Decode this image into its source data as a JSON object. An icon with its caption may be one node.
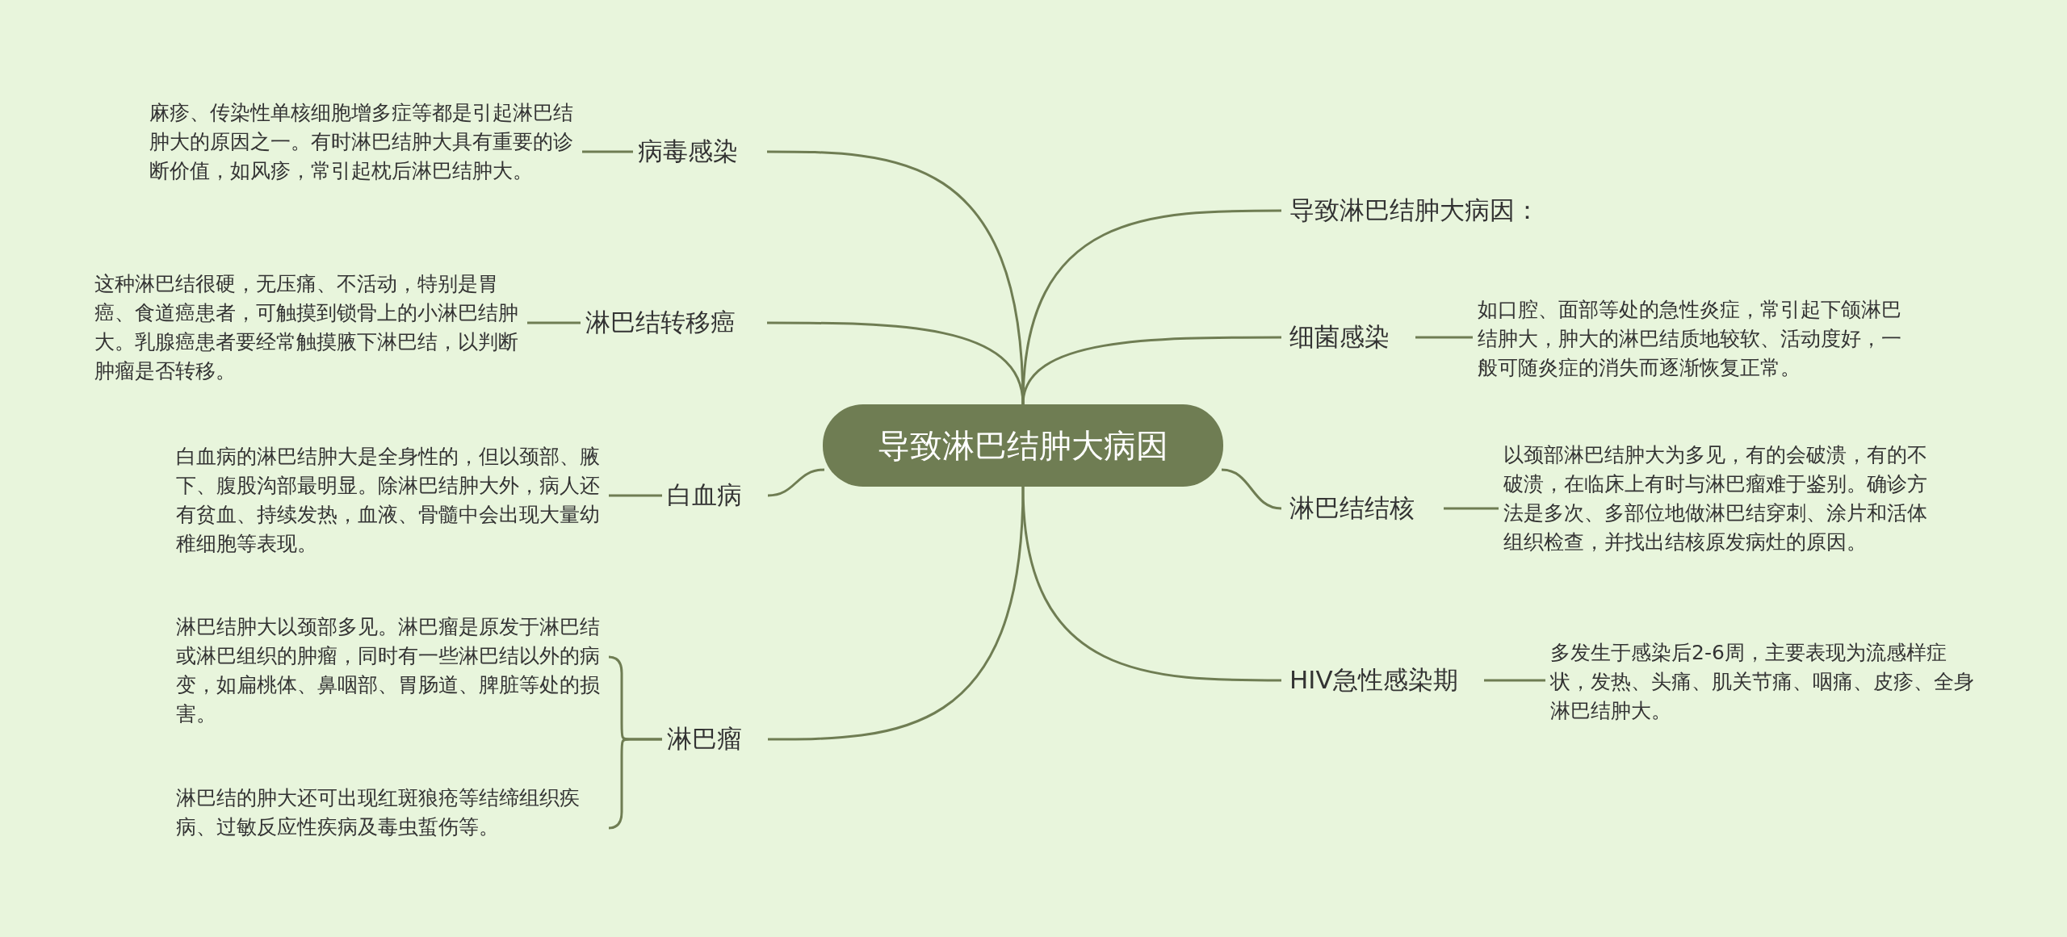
{
  "diagram": {
    "nodes": [
      {
        "text": [
          "导致淋巴结肿大病因"
        ]
      },
      {
        "text": [
          "病毒感染"
        ]
      },
      {
        "text": [
          "麻疹、传染性单核细胞增多症等都是引起淋巴结肿大的原因之一。有时淋巴结肿大具有重要的诊断价值，如风疹，常引起枕后淋巴结肿大。"
        ]
      },
      {
        "text": [
          "淋巴结转移癌"
        ]
      },
      {
        "text": [
          "这种淋巴结很硬，无压痛、不活动，特别是胃癌、食道癌患者，可触摸到锁骨上的小淋巴结肿大。乳腺癌患者要经常触摸腋下淋巴结，以判断肿瘤是否转移。"
        ]
      },
      {
        "text": [
          "白血病"
        ]
      },
      {
        "text": [
          "白血病的淋巴结肿大是全身性的，但以颈部、腋下、腹股沟部最明显。除淋巴结肿大外，病人还有贫血、持续发热，血液、骨髓中会出现大量幼稚细胞等表现。"
        ]
      },
      {
        "text": [
          "淋巴瘤"
        ]
      },
      {
        "text": [
          "淋巴结肿大以颈部多见。淋巴瘤是原发于淋巴结或淋巴组织的肿瘤，同时有一些淋巴结以外的病变，如扁桃体、鼻咽部、胃肠道、脾脏等处的损害。"
        ]
      },
      {
        "text": [
          "淋巴结的肿大还可出现红斑狼疮等结缔组织疾病、过敏反应性疾病及毒虫蜇伤等。"
        ]
      },
      {
        "text": [
          "导致淋巴结肿大病因："
        ]
      },
      {
        "text": [
          "细菌感染"
        ]
      },
      {
        "text": [
          "如口腔、面部等处的急性炎症，常引起下颌淋巴结肿大，肿大的淋巴结质地较软、活动度好，一般可随炎症的消失而逐渐恢复正常。"
        ]
      },
      {
        "text": [
          "淋巴结结核"
        ]
      },
      {
        "text": [
          "以颈部淋巴结肿大为多见，有的会破溃，有的不破溃，在临床上有时与淋巴瘤难于鉴别。确诊方法是多次、多部位地做淋巴结穿刺、涂片和活体组织检查，并找出结核原发病灶的原因。"
        ]
      },
      {
        "text": [
          "HIV急性感染期"
        ]
      },
      {
        "text": [
          "多发生于感染后2-6周，主要表现为流感样症状，发热、头痛、肌关节痛、咽痛、皮疹、全身淋巴结肿大。"
        ]
      }
    ],
    "edges": [
      {
        "from": 0,
        "to": 1,
        "arrow": "none"
      },
      {
        "from": 1,
        "to": 2,
        "arrow": "none"
      },
      {
        "from": 0,
        "to": 3,
        "arrow": "none"
      },
      {
        "from": 3,
        "to": 4,
        "arrow": "none"
      },
      {
        "from": 0,
        "to": 5,
        "arrow": "none"
      },
      {
        "from": 5,
        "to": 6,
        "arrow": "none"
      },
      {
        "from": 0,
        "to": 7,
        "arrow": "none"
      },
      {
        "from": 7,
        "to": 8,
        "arrow": "none"
      },
      {
        "from": 7,
        "to": 9,
        "arrow": "none"
      },
      {
        "from": 0,
        "to": 10,
        "arrow": "none"
      },
      {
        "from": 0,
        "to": 11,
        "arrow": "none"
      },
      {
        "from": 11,
        "to": 12,
        "arrow": "none"
      },
      {
        "from": 0,
        "to": 13,
        "arrow": "none"
      },
      {
        "from": 13,
        "to": 14,
        "arrow": "none"
      },
      {
        "from": 0,
        "to": 15,
        "arrow": "none"
      },
      {
        "from": 15,
        "to": 16,
        "arrow": "none"
      }
    ]
  }
}
